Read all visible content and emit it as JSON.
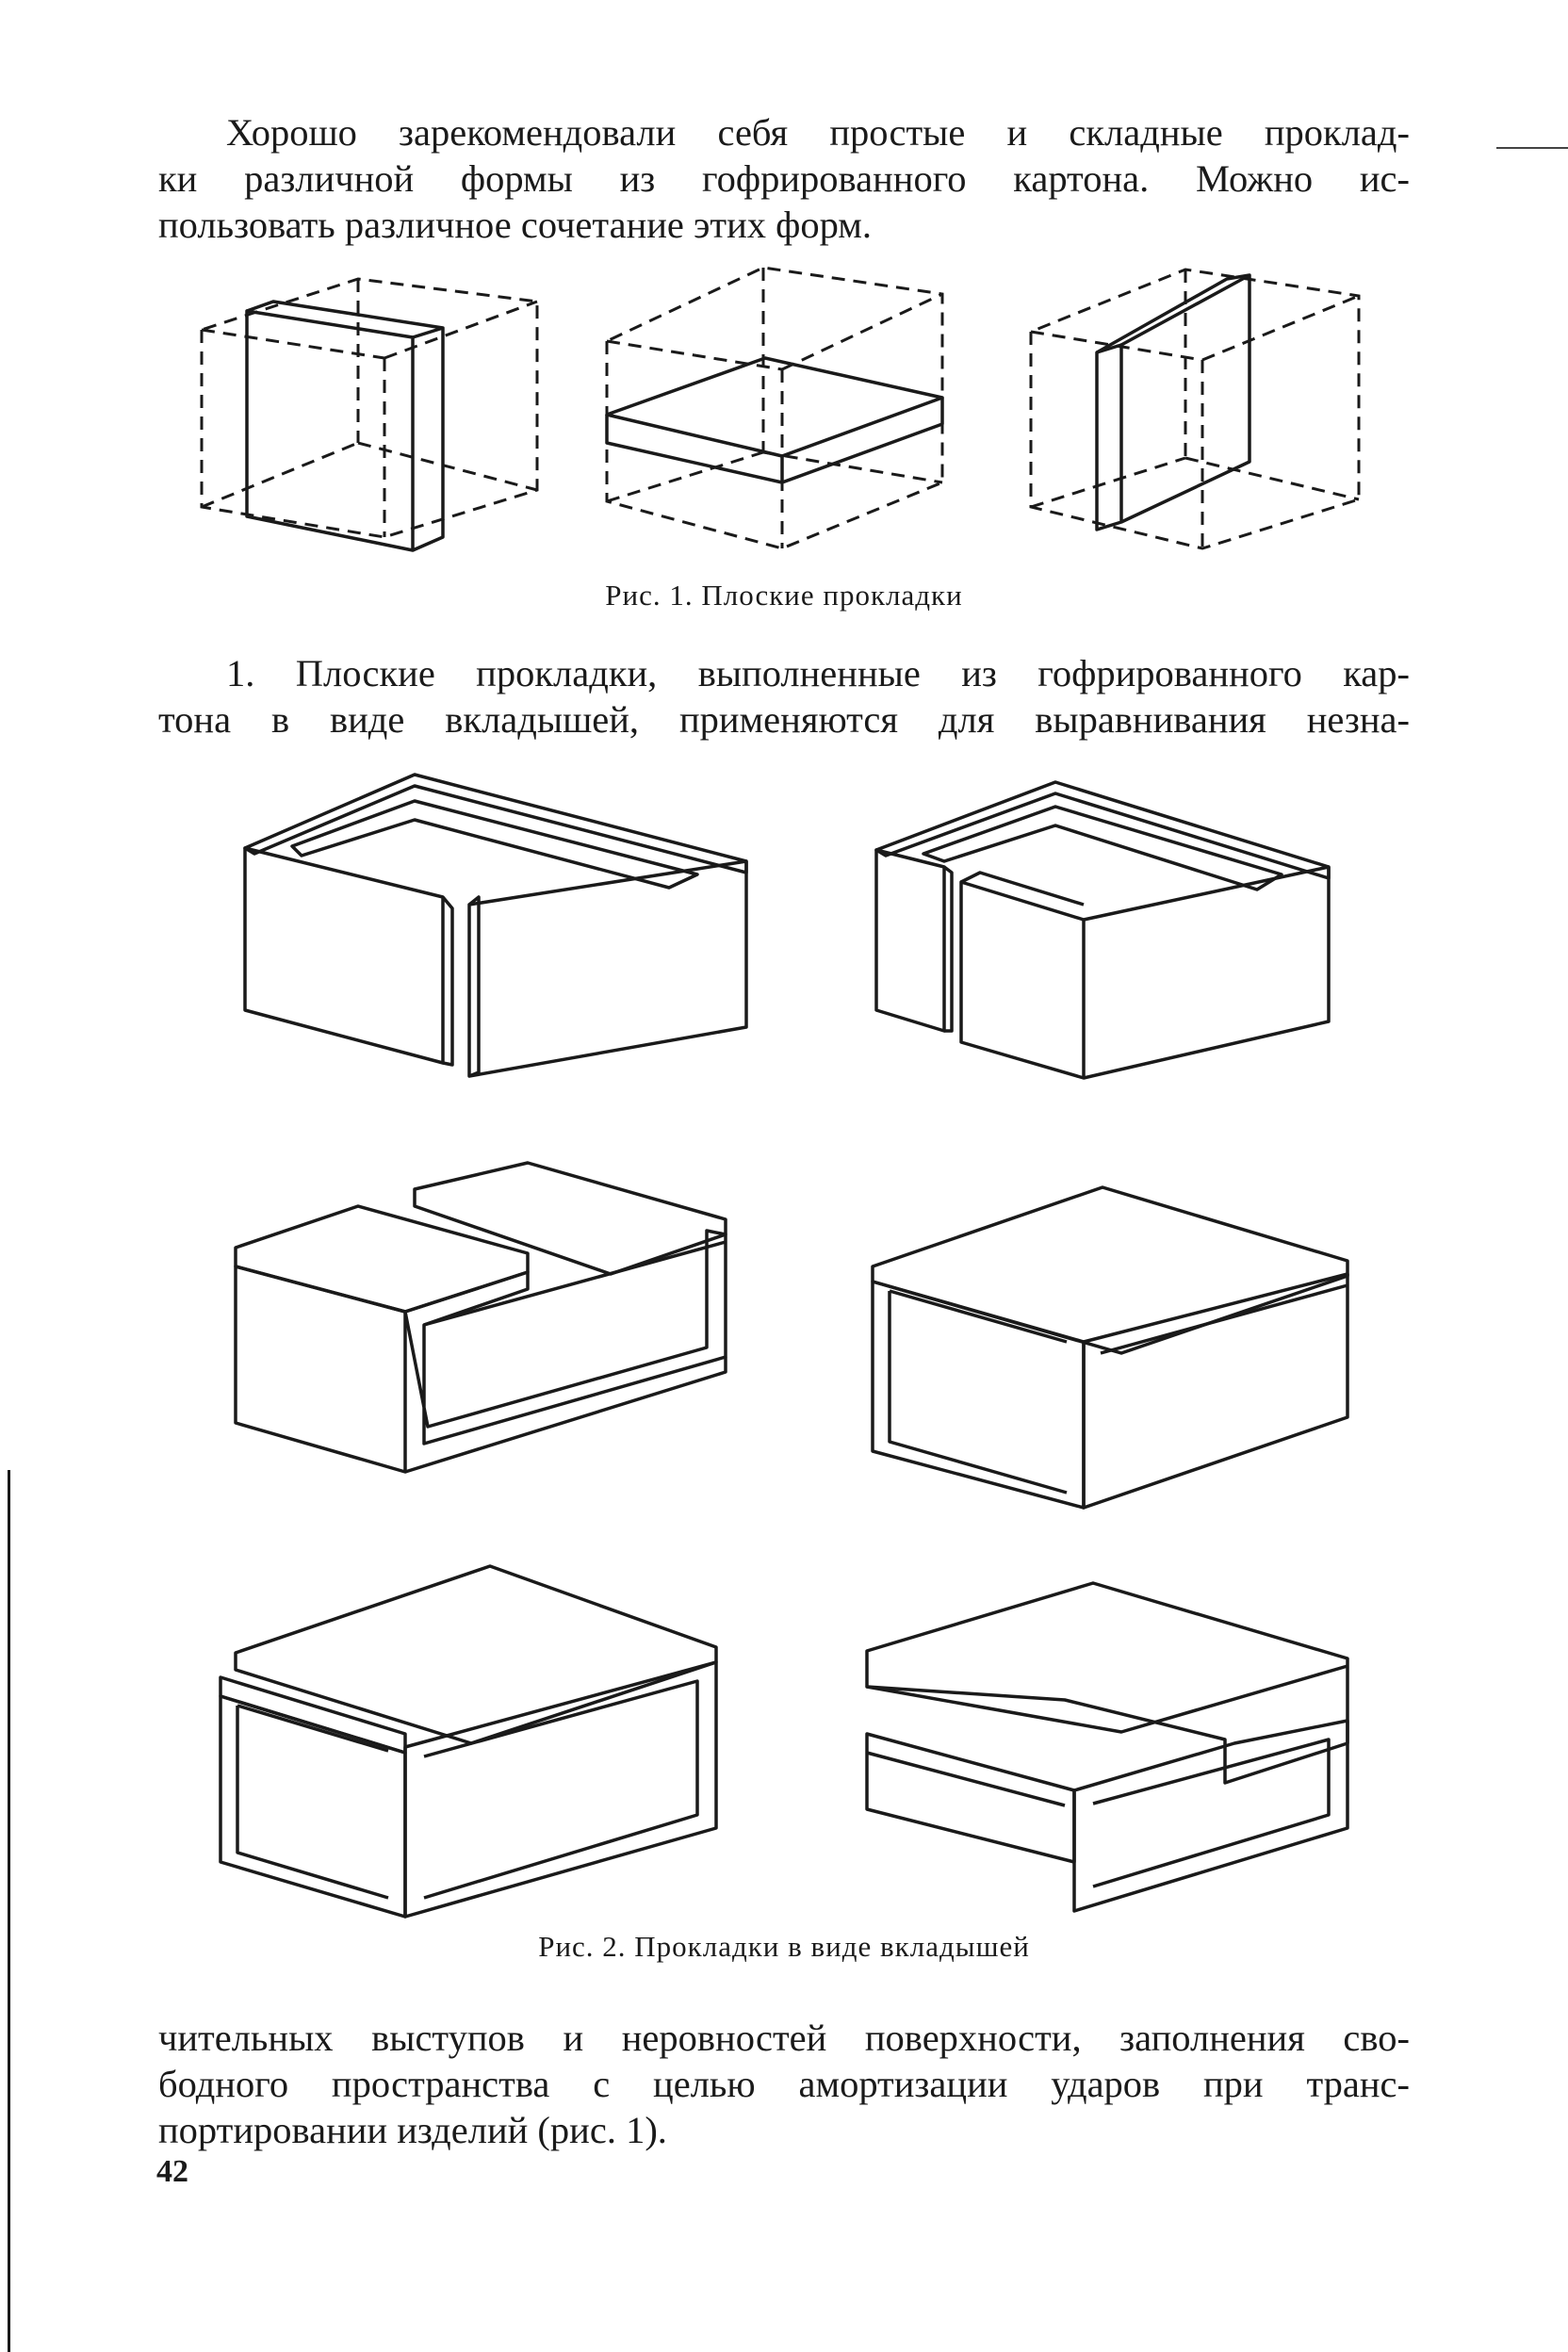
{
  "paragraphs": {
    "intro": [
      "Хорошо зарекомендовали себя простые и складные проклад-",
      "ки различной формы из гофрированного картона. Можно ис-",
      "пользовать различное сочетание этих форм."
    ],
    "item1": [
      "1. Плоские прокладки, выполненные из гофрированного кар-",
      "тона в виде вкладышей, применяются для выравнивания незна-"
    ],
    "continuation": [
      "чительных выступов и неровностей поверхности, заполнения сво-",
      "бодного пространства с целью амортизации ударов при транс-",
      "портировании изделий (рис. 1)."
    ]
  },
  "figures": {
    "fig1": {
      "caption": "Рис. 1. Плоские прокладки",
      "items": [
        "vertical-side-pad",
        "horizontal-middle-pad",
        "vertical-diagonal-pad"
      ]
    },
    "fig2": {
      "caption": "Рис. 2. Прокладки в виде вкладышей",
      "items": [
        "open-frame-slit-front",
        "open-frame-slit-left",
        "folded-top-flap-left",
        "folded-top-flap-right",
        "folded-lid-slit-left",
        "folded-lid-slit-right"
      ]
    }
  },
  "page_number": "42"
}
